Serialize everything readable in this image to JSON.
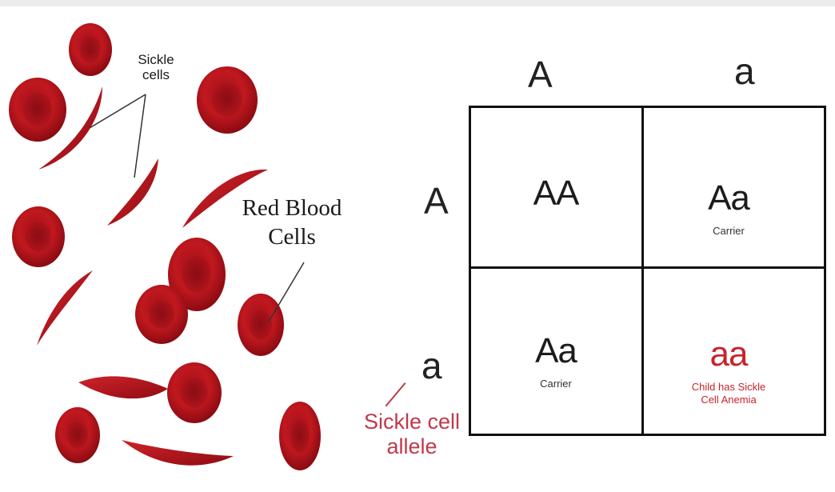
{
  "labels": {
    "sickle_cells": "Sickle\ncells",
    "red_blood_cells": "Red Blood\nCells",
    "sickle_cell_allele": "Sickle cell\nallele"
  },
  "punnett": {
    "columns": [
      "A",
      "a"
    ],
    "rows": [
      "A",
      "a"
    ],
    "cells": [
      {
        "genotype": "AA",
        "note": ""
      },
      {
        "genotype": "Aa",
        "note": "Carrier"
      },
      {
        "genotype": "Aa",
        "note": "Carrier"
      },
      {
        "genotype": "aa",
        "note": "Child has Sickle\nCell Anemia"
      }
    ]
  },
  "colors": {
    "cell_red": "#b8141b",
    "cell_dark": "#7d0a0f",
    "highlight_red": "#c7242b",
    "allele_label": "#c0394b"
  }
}
